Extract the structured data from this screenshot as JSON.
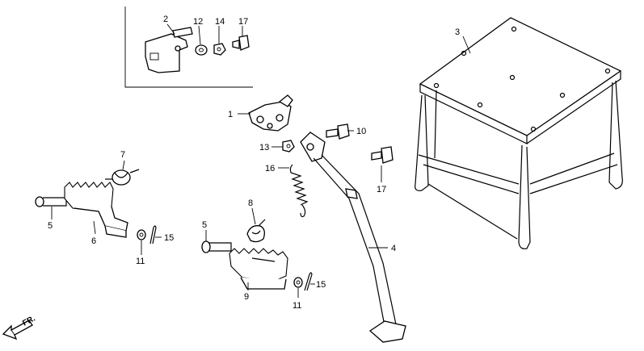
{
  "callouts": {
    "c2": "2",
    "c12": "12",
    "c14": "14",
    "c17a": "17",
    "c3": "3",
    "c1": "1",
    "c10": "10",
    "c13": "13",
    "c16": "16",
    "c17b": "17",
    "c7": "7",
    "c5a": "5",
    "c6": "6",
    "c15a": "15",
    "c11a": "11",
    "c8": "8",
    "c5b": "5",
    "c9": "9",
    "c15b": "15",
    "c11b": "11",
    "c4": "4"
  },
  "front_arrow": {
    "label": "FR."
  }
}
